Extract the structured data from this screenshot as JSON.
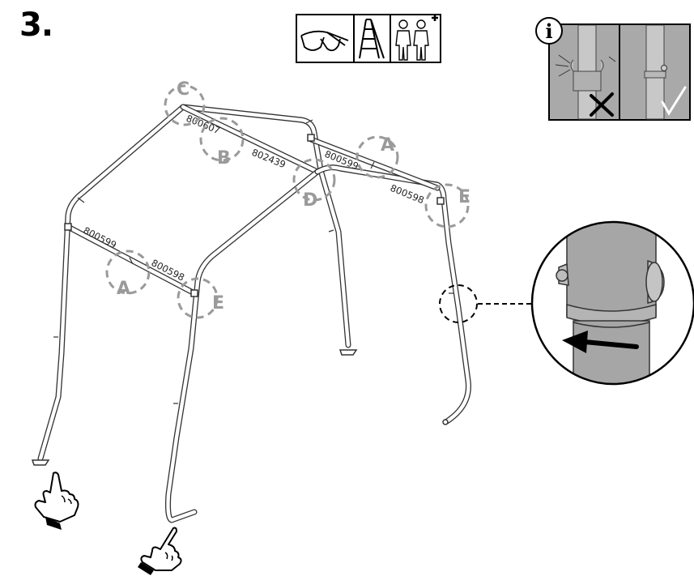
{
  "step": {
    "number": "3."
  },
  "safety_icons": [
    "safety-glasses-icon",
    "ladder-icon",
    "two-people-icon"
  ],
  "info_panel": {
    "icon": "info-icon",
    "left_mark": "wrong-cross-icon",
    "right_mark": "correct-check-icon"
  },
  "part_numbers": {
    "roof_front_left": "800607",
    "ridge": "802439",
    "side_top_left": "800599",
    "side_top_right": "800598",
    "side_bottom_left": "800599",
    "side_bottom_right": "800598"
  },
  "callouts": {
    "c": "C",
    "b": "B",
    "a_top": "A",
    "d": "D",
    "e_right": "E",
    "a_left": "A",
    "e_left": "E"
  },
  "hand_icons": [
    "pointing-hand-icon",
    "pointing-hand-icon"
  ]
}
